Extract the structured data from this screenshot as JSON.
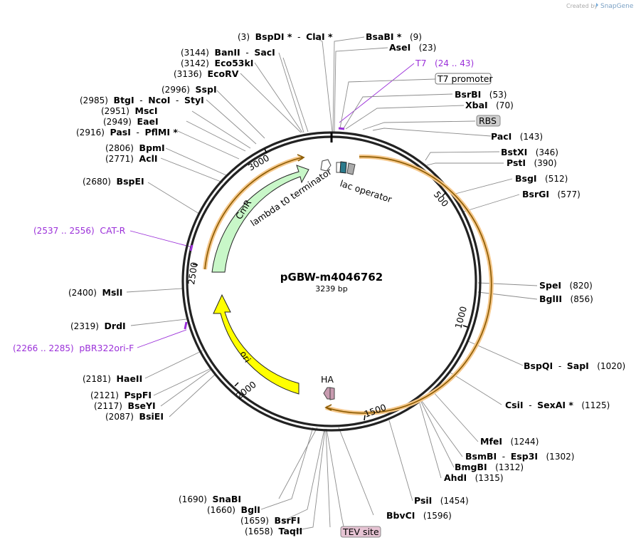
{
  "credit": {
    "created_by": "Created by",
    "brand": "SnapGene"
  },
  "plasmid": {
    "name": "pGBW-m4046762",
    "length": "3239 bp"
  },
  "ticks": [
    "500",
    "1000",
    "1500",
    "2000",
    "2500",
    "3000"
  ],
  "features": {
    "cmr": "CmR",
    "lambda": "lambda t0 terminator",
    "lac": "lac operator",
    "ori": "ori",
    "ha": "HA"
  },
  "boxes": {
    "t7promoter": "T7 promoter",
    "rbs": "RBS",
    "tev": "TEV site"
  },
  "sites": [
    {
      "pos": "(3)",
      "parts": [
        {
          "t": "BspDI *"
        },
        {
          "s": "-"
        },
        {
          "t": "ClaI *"
        }
      ]
    },
    {
      "pos": "(9)",
      "parts": [
        {
          "t": "BsaBI *"
        }
      ]
    },
    {
      "pos": "(23)",
      "parts": [
        {
          "t": "AseI"
        }
      ]
    },
    {
      "pos": "(24 .. 43)",
      "parts": [
        {
          "t": "T7"
        }
      ],
      "primer": true
    },
    {
      "pos": "(53)",
      "parts": [
        {
          "t": "BsrBI"
        }
      ]
    },
    {
      "pos": "(70)",
      "parts": [
        {
          "t": "XbaI"
        }
      ]
    },
    {
      "pos": "(143)",
      "parts": [
        {
          "t": "PacI"
        }
      ]
    },
    {
      "pos": "(346)",
      "parts": [
        {
          "t": "BstXI"
        }
      ]
    },
    {
      "pos": "(390)",
      "parts": [
        {
          "t": "PstI"
        }
      ]
    },
    {
      "pos": "(512)",
      "parts": [
        {
          "t": "BsgI"
        }
      ]
    },
    {
      "pos": "(577)",
      "parts": [
        {
          "t": "BsrGI"
        }
      ]
    },
    {
      "pos": "(820)",
      "parts": [
        {
          "t": "SpeI"
        }
      ]
    },
    {
      "pos": "(856)",
      "parts": [
        {
          "t": "BglII"
        }
      ]
    },
    {
      "pos": "(1020)",
      "parts": [
        {
          "t": "BspQI"
        },
        {
          "s": "-"
        },
        {
          "t": "SapI"
        }
      ]
    },
    {
      "pos": "(1125)",
      "parts": [
        {
          "t": "CsiI"
        },
        {
          "s": "-"
        },
        {
          "t": "SexAI *"
        }
      ]
    },
    {
      "pos": "(1244)",
      "parts": [
        {
          "t": "MfeI"
        }
      ]
    },
    {
      "pos": "(1302)",
      "parts": [
        {
          "t": "BsmBI"
        },
        {
          "s": "-"
        },
        {
          "t": "Esp3I"
        }
      ]
    },
    {
      "pos": "(1312)",
      "parts": [
        {
          "t": "BmgBI"
        }
      ]
    },
    {
      "pos": "(1315)",
      "parts": [
        {
          "t": "AhdI"
        }
      ]
    },
    {
      "pos": "(1454)",
      "parts": [
        {
          "t": "PsiI"
        }
      ]
    },
    {
      "pos": "(1596)",
      "parts": [
        {
          "t": "BbvCI"
        }
      ]
    },
    {
      "pos": "(1658)",
      "parts": [
        {
          "t": "TaqII"
        }
      ]
    },
    {
      "pos": "(1659)",
      "parts": [
        {
          "t": "BsrFI"
        }
      ]
    },
    {
      "pos": "(1660)",
      "parts": [
        {
          "t": "BglI"
        }
      ]
    },
    {
      "pos": "(1690)",
      "parts": [
        {
          "t": "SnaBI"
        }
      ]
    },
    {
      "pos": "(2087)",
      "parts": [
        {
          "t": "BsiEI"
        }
      ]
    },
    {
      "pos": "(2117)",
      "parts": [
        {
          "t": "BseYI"
        }
      ]
    },
    {
      "pos": "(2121)",
      "parts": [
        {
          "t": "PspFI"
        }
      ]
    },
    {
      "pos": "(2181)",
      "parts": [
        {
          "t": "HaeII"
        }
      ]
    },
    {
      "pos": "(2266 .. 2285)",
      "parts": [
        {
          "t": "pBR322ori-F"
        }
      ],
      "primer": true
    },
    {
      "pos": "(2319)",
      "parts": [
        {
          "t": "DrdI"
        }
      ]
    },
    {
      "pos": "(2400)",
      "parts": [
        {
          "t": "MslI"
        }
      ]
    },
    {
      "pos": "(2537 .. 2556)",
      "parts": [
        {
          "t": "CAT-R"
        }
      ],
      "primer": true
    },
    {
      "pos": "(2680)",
      "parts": [
        {
          "t": "BspEI"
        }
      ]
    },
    {
      "pos": "(2771)",
      "parts": [
        {
          "t": "AclI"
        }
      ]
    },
    {
      "pos": "(2806)",
      "parts": [
        {
          "t": "BpmI"
        }
      ]
    },
    {
      "pos": "(2916)",
      "parts": [
        {
          "t": "PasI"
        },
        {
          "s": "-"
        },
        {
          "t": "PflMI *"
        }
      ]
    },
    {
      "pos": "(2949)",
      "parts": [
        {
          "t": "EaeI"
        }
      ]
    },
    {
      "pos": "(2951)",
      "parts": [
        {
          "t": "MscI"
        }
      ]
    },
    {
      "pos": "(2985)",
      "parts": [
        {
          "t": "BtgI"
        },
        {
          "s": "-"
        },
        {
          "t": "NcoI"
        },
        {
          "s": "-"
        },
        {
          "t": "StyI"
        }
      ]
    },
    {
      "pos": "(2996)",
      "parts": [
        {
          "t": "SspI"
        }
      ]
    },
    {
      "pos": "(3136)",
      "parts": [
        {
          "t": "EcoRV"
        }
      ]
    },
    {
      "pos": "(3142)",
      "parts": [
        {
          "t": "Eco53kI"
        }
      ]
    },
    {
      "pos": "(3144)",
      "parts": [
        {
          "t": "BanII"
        },
        {
          "s": "-"
        },
        {
          "t": "SacI"
        }
      ]
    }
  ]
}
